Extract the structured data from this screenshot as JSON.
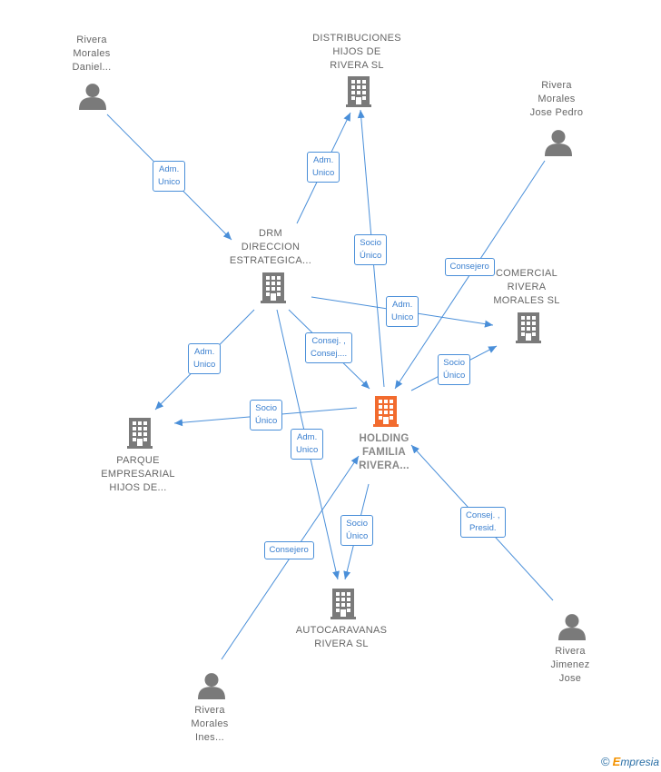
{
  "colors": {
    "edge": "#4a8fd9",
    "node": "#7a7a7a",
    "main_node": "#f26b2e",
    "label_text": "#666666"
  },
  "nodes": {
    "rivera_daniel": {
      "type": "person",
      "lines": [
        "Rivera",
        "Morales",
        "Daniel..."
      ]
    },
    "distribuciones": {
      "type": "company",
      "lines": [
        "DISTRIBUCIONES",
        "HIJOS DE",
        "RIVERA SL"
      ]
    },
    "rivera_pedro": {
      "type": "person",
      "lines": [
        "Rivera",
        "Morales",
        "Jose Pedro"
      ]
    },
    "drm": {
      "type": "company",
      "lines": [
        "DRM",
        "DIRECCION",
        "ESTRATEGICA..."
      ]
    },
    "comercial": {
      "type": "company",
      "lines": [
        "COMERCIAL",
        "RIVERA",
        "MORALES  SL"
      ]
    },
    "holding": {
      "type": "company",
      "main": true,
      "lines": [
        "HOLDING",
        "FAMILIA",
        "RIVERA..."
      ]
    },
    "parque": {
      "type": "company",
      "lines": [
        "PARQUE",
        "EMPRESARIAL",
        "HIJOS DE..."
      ]
    },
    "autocaravanas": {
      "type": "company",
      "lines": [
        "AUTOCARAVANAS",
        "RIVERA  SL"
      ]
    },
    "rivera_ines": {
      "type": "person",
      "lines": [
        "Rivera",
        "Morales",
        "Ines..."
      ]
    },
    "rivera_jimenez": {
      "type": "person",
      "lines": [
        "Rivera",
        "Jimenez",
        "Jose"
      ]
    }
  },
  "edges": [
    {
      "from": "rivera_daniel",
      "to": "drm",
      "label": [
        "Adm.",
        "Unico"
      ]
    },
    {
      "from": "drm",
      "to": "distribuciones",
      "label": [
        "Adm.",
        "Unico"
      ]
    },
    {
      "from": "holding",
      "to": "distribuciones",
      "label": [
        "Socio",
        "Único"
      ]
    },
    {
      "from": "rivera_pedro",
      "to": "holding",
      "label": [
        "Consejero"
      ]
    },
    {
      "from": "drm",
      "to": "comercial",
      "label": [
        "Adm.",
        "Unico"
      ]
    },
    {
      "from": "holding",
      "to": "comercial",
      "label": [
        "Socio",
        "Único"
      ]
    },
    {
      "from": "drm",
      "to": "parque",
      "label": [
        "Adm.",
        "Unico"
      ]
    },
    {
      "from": "drm",
      "to": "holding",
      "label": [
        "Consej. ,",
        "Consej...."
      ]
    },
    {
      "from": "holding",
      "to": "parque",
      "label": [
        "Socio",
        "Único"
      ]
    },
    {
      "from": "drm",
      "to": "autocaravanas",
      "label": [
        "Adm.",
        "Unico"
      ]
    },
    {
      "from": "holding",
      "to": "autocaravanas",
      "label": [
        "Socio",
        "Único"
      ]
    },
    {
      "from": "rivera_ines",
      "to": "holding",
      "label": [
        "Consejero"
      ]
    },
    {
      "from": "rivera_jimenez",
      "to": "holding",
      "label": [
        "Consej. ,",
        "Presid."
      ]
    }
  ],
  "footer": {
    "copyright": "©",
    "brand_first": "E",
    "brand_rest": "mpresia"
  }
}
